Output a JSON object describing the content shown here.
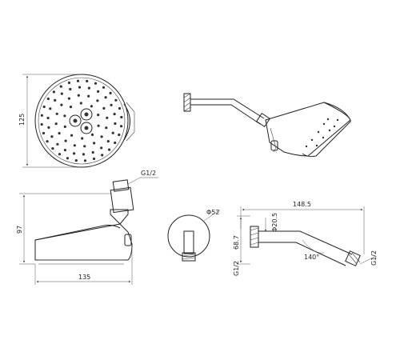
{
  "labels": {
    "height_front": "125",
    "width_side": "135",
    "height_side": "97",
    "thread_side": "G1/2",
    "flange_dia": "Φ52",
    "arm_length": "148.5",
    "arm_tube_dia": "Φ20.5",
    "arm_angle": "140°",
    "arm_height": "68.7",
    "arm_thread_wall": "G1/2",
    "arm_thread_outlet": "G1/2"
  }
}
